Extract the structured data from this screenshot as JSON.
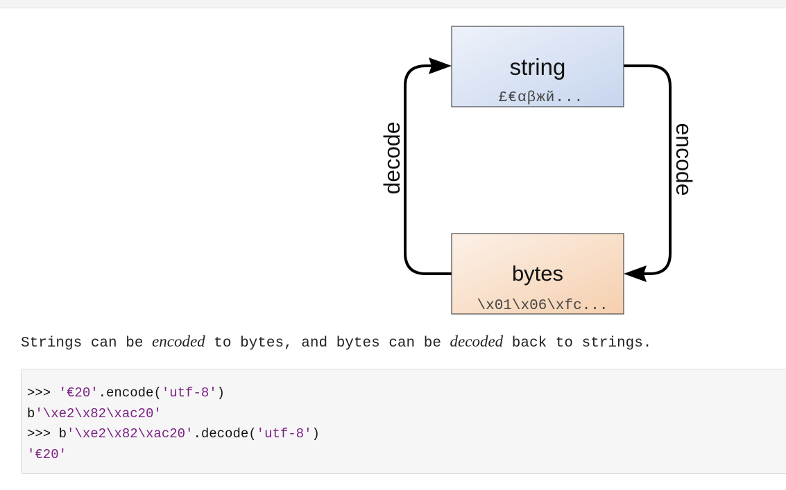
{
  "header": {
    "cut_text": "-- - -- --- -- - -- - ---"
  },
  "diagram": {
    "string_box": {
      "title": "string",
      "sample": "£€αβжй..."
    },
    "bytes_box": {
      "title": "bytes",
      "sample": "\\x01\\x06\\xfc..."
    },
    "left_arrow_label": "decode",
    "right_arrow_label": "encode"
  },
  "prose": {
    "part1": "Strings can be ",
    "em1": "encoded",
    "part2": " to bytes, and bytes can be ",
    "em2": "decoded",
    "part3": " back to strings."
  },
  "code": {
    "line1_prompt": ">>> ",
    "line1_str": "'€20'",
    "line1_mid": ".encode(",
    "line1_arg": "'utf-8'",
    "line1_end": ")",
    "line2_prefix": "b",
    "line2_str": "'\\xe2\\x82\\xac20'",
    "line3_prompt": ">>> b",
    "line3_str": "'\\xe2\\x82\\xac20'",
    "line3_mid": ".decode(",
    "line3_arg": "'utf-8'",
    "line3_end": ")",
    "line4_str": "'€20'"
  },
  "colors": {
    "string_box_top": "#eef2fa",
    "string_box_bottom": "#c6d5ee",
    "bytes_box_top": "#fcf1e8",
    "bytes_box_bottom": "#f5cfae",
    "code_string": "#7a1f82"
  }
}
